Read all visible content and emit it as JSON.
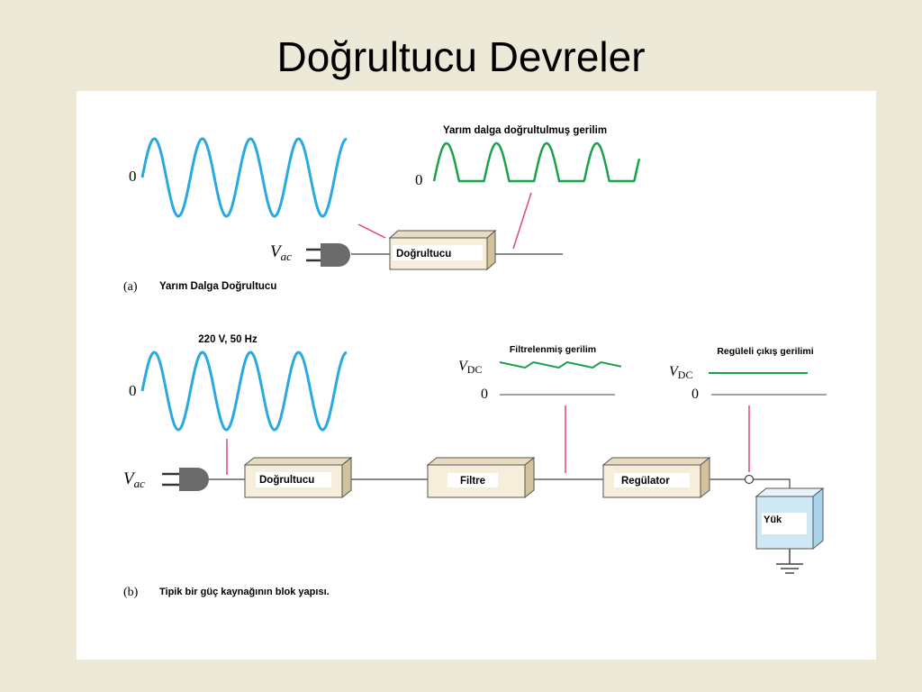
{
  "slide": {
    "title": "Doğrultucu Devreler"
  },
  "part_a": {
    "caption_letter": "(a)",
    "caption_text": "Yarım Dalga Doğrultucu",
    "output_label": "Yarım dalga doğrultulmuş gerilim",
    "zero_input": "0",
    "zero_output": "0",
    "source_v": "V",
    "source_sub": "ac",
    "block_label": "Doğrultucu"
  },
  "part_b": {
    "caption_letter": "(b)",
    "caption_text": "Tipik bir güç kaynağının blok yapısı.",
    "input_label": "220 V, 50 Hz",
    "zero_input": "0",
    "source_v": "V",
    "source_sub": "ac",
    "filtered_label": "Filtrelenmiş gerilim",
    "regulated_label": "Regüleli çıkış gerilimi",
    "vdc_v": "V",
    "vdc_sub": "DC",
    "zero_filtered": "0",
    "zero_regulated": "0",
    "blocks": {
      "rectifier": "Doğrultucu",
      "filter": "Filtre",
      "regulator": "Regülator",
      "load": "Yük"
    }
  },
  "colors": {
    "ac_wave": "#29a9e0",
    "rectified_wave": "#1aa24a",
    "pointer": "#e0457b",
    "block_face": "#f6eedb",
    "load_face": "#cfe8f6"
  }
}
